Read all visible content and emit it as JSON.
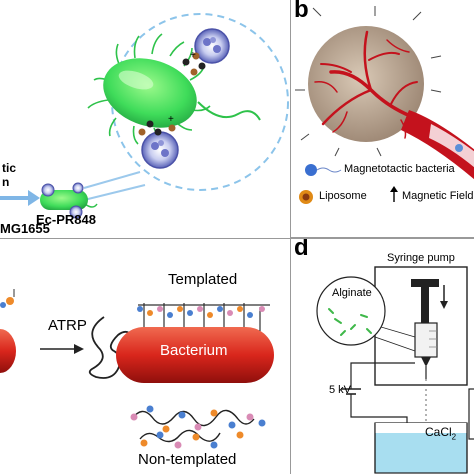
{
  "panel_a": {
    "arrow_label_line1": "tic",
    "arrow_label_line2": "n",
    "strain_label": "Ec-PR848",
    "host_label": "MG1655"
  },
  "panel_b": {
    "letter": "b",
    "legend_bacteria": "Magnetotactic bacteria",
    "legend_liposome": "Liposome",
    "legend_field": "Magnetic Field"
  },
  "panel_c": {
    "reaction_label": "ATRP",
    "templated_label": "Templated",
    "bacterium_label": "Bacterium",
    "nontemplated_label": "Non-templated"
  },
  "panel_d": {
    "letter": "d",
    "pump_label": "Syringe pump",
    "alginate_label": "Alginate",
    "voltage_label": "5 kV",
    "bath_label": "CaCl",
    "bath_subscript": "2"
  },
  "colors": {
    "bacteria_green": "#3fdc5a",
    "vessel_red": "#c4121d",
    "bacterium_red": "#d9261c",
    "bath_blue": "#a8def0",
    "liposome_orange": "#e08a16",
    "monomer_blue": "#4a7fd0",
    "monomer_orange": "#ee8a2a",
    "monomer_pink": "#d98bb5"
  }
}
